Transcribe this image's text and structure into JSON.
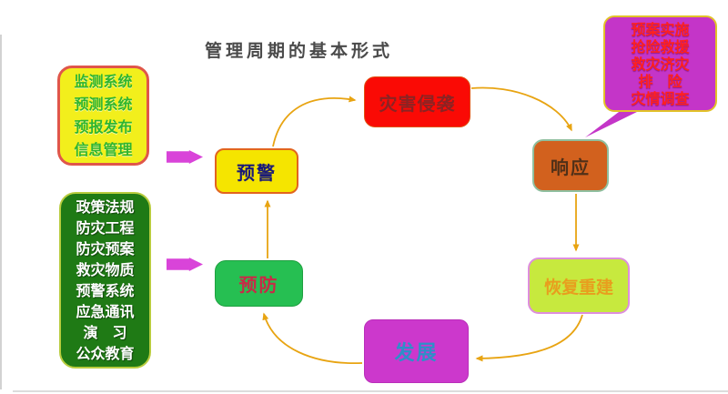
{
  "title": "管理周期的基本形式",
  "annotation_boxes": {
    "monitoring": {
      "text": "监测系统\n预测系统\n预报发布\n信息管理",
      "fill": "#f2ef1c",
      "border": "#e0564a",
      "text_color": "#2fb52f"
    },
    "measures": {
      "text": "政策法规\n防灾工程\n防灾预案\n救灾物质\n预警系统\n应急通讯\n演　习\n公众教育",
      "fill": "#1f7a15",
      "border": "#b8cc3e",
      "text_color": "#ffffff"
    },
    "response_actions": {
      "text": "预案实施\n抢险救援\n救灾济灾\n排　险\n灾情调查",
      "fill": "#c435c8",
      "border": "#e2c228",
      "text_color": "#ff2020"
    }
  },
  "cycle_nodes": {
    "warning": {
      "label": "预警",
      "fill": "#f5e500",
      "text_color": "#1a1a78"
    },
    "disaster": {
      "label": "灾害侵袭",
      "fill": "#fa0a05",
      "text_color": "#8b2323"
    },
    "response": {
      "label": "响应",
      "fill": "#d2611e",
      "text_color": "#503018"
    },
    "recovery": {
      "label": "恢复重建",
      "fill": "#c7e93e",
      "text_color": "#e89e1e"
    },
    "development": {
      "label": "发展",
      "fill": "#cc38cc",
      "text_color": "#2e8fc8"
    },
    "prevention": {
      "label": "预防",
      "fill": "#26bf52",
      "text_color": "#c92947"
    }
  },
  "arrow_color": "#e8a412",
  "pointer_color": "#d944d9"
}
